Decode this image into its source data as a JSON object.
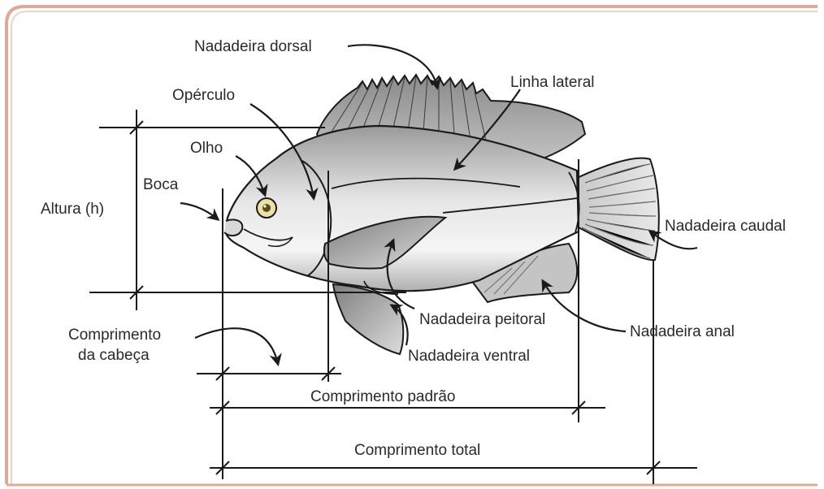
{
  "colors": {
    "frame": "#e0a993",
    "fish_body_light": "#f2f2f2",
    "fish_body_dark": "#8e8e8e",
    "fin": "#b9b9b9",
    "eye": "#e9e2a3",
    "line": "#1a1a1a",
    "text": "#2a2a2a"
  },
  "labels": {
    "dorsal": "Nadadeira dorsal",
    "opercle": "Opérculo",
    "lateral_line": "Linha lateral",
    "eye": "Olho",
    "mouth": "Boca",
    "height": "Altura (h)",
    "caudal": "Nadadeira caudal",
    "pectoral": "Nadadeira peitoral",
    "anal": "Nadadeira anal",
    "ventral": "Nadadeira ventral",
    "head_length_1": "Comprimento",
    "head_length_2": "da cabeça",
    "standard_length": "Comprimento padrão",
    "total_length": "Comprimento total"
  }
}
